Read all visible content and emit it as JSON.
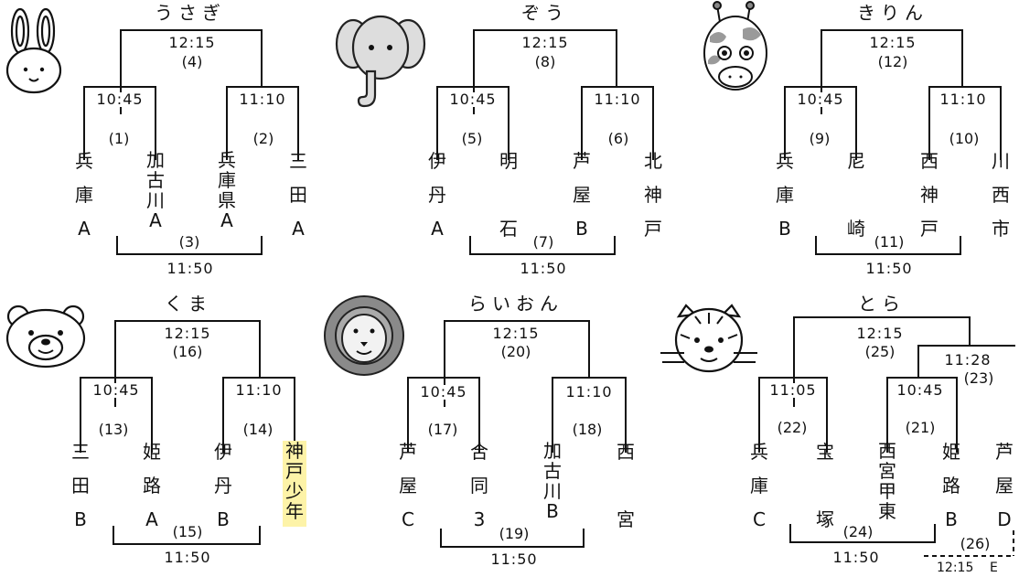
{
  "groups": [
    {
      "id": "usagi",
      "icon": "rabbit-icon",
      "title": "うさぎ",
      "final": {
        "time": "12:15",
        "num": "(4)"
      },
      "semi_left": {
        "time": "10:45",
        "num": "(1)"
      },
      "semi_right": {
        "time": "11:10",
        "num": "(2)"
      },
      "consolation": {
        "time": "11:50",
        "num": "(3)"
      },
      "teams": [
        {
          "chars": [
            "兵",
            "庫",
            "A"
          ]
        },
        {
          "chars": [
            "加",
            "古",
            "川",
            "A"
          ],
          "dense": true
        },
        {
          "chars": [
            "兵",
            "庫",
            "県",
            "A"
          ],
          "dense": true
        },
        {
          "chars": [
            "三",
            "田",
            "A"
          ]
        }
      ]
    },
    {
      "id": "zou",
      "icon": "elephant-icon",
      "title": "ぞう",
      "final": {
        "time": "12:15",
        "num": "(8)"
      },
      "semi_left": {
        "time": "10:45",
        "num": "(5)"
      },
      "semi_right": {
        "time": "11:10",
        "num": "(6)"
      },
      "consolation": {
        "time": "11:50",
        "num": "(7)"
      },
      "teams": [
        {
          "chars": [
            "伊",
            "丹",
            "A"
          ]
        },
        {
          "chars": [
            "明",
            "石"
          ]
        },
        {
          "chars": [
            "芦",
            "屋",
            "B"
          ]
        },
        {
          "chars": [
            "北",
            "神",
            "戸"
          ]
        }
      ]
    },
    {
      "id": "kirin",
      "icon": "giraffe-icon",
      "title": "きりん",
      "final": {
        "time": "12:15",
        "num": "(12)"
      },
      "semi_left": {
        "time": "10:45",
        "num": "(9)"
      },
      "semi_right": {
        "time": "11:10",
        "num": "(10)"
      },
      "consolation": {
        "time": "11:50",
        "num": "(11)"
      },
      "teams": [
        {
          "chars": [
            "兵",
            "庫",
            "B"
          ]
        },
        {
          "chars": [
            "尼",
            "崎"
          ]
        },
        {
          "chars": [
            "西",
            "神",
            "戸"
          ]
        },
        {
          "chars": [
            "川",
            "西",
            "市"
          ]
        }
      ]
    },
    {
      "id": "kuma",
      "icon": "bear-icon",
      "title": "くま",
      "final": {
        "time": "12:15",
        "num": "(16)"
      },
      "semi_left": {
        "time": "10:45",
        "num": "(13)"
      },
      "semi_right": {
        "time": "11:10",
        "num": "(14)"
      },
      "consolation": {
        "time": "11:50",
        "num": "(15)"
      },
      "teams": [
        {
          "chars": [
            "三",
            "田",
            "B"
          ]
        },
        {
          "chars": [
            "姫",
            "路",
            "A"
          ]
        },
        {
          "chars": [
            "伊",
            "丹",
            "B"
          ]
        },
        {
          "chars": [
            "神",
            "戸",
            "少",
            "年"
          ],
          "dense": true,
          "highlight": true
        }
      ]
    },
    {
      "id": "raion",
      "icon": "lion-icon",
      "title": "らいおん",
      "final": {
        "time": "12:15",
        "num": "(20)"
      },
      "semi_left": {
        "time": "10:45",
        "num": "(17)"
      },
      "semi_right": {
        "time": "11:10",
        "num": "(18)"
      },
      "consolation": {
        "time": "11:50",
        "num": "(19)"
      },
      "teams": [
        {
          "chars": [
            "芦",
            "屋",
            "C"
          ]
        },
        {
          "chars": [
            "合",
            "同",
            "3"
          ]
        },
        {
          "chars": [
            "加",
            "古",
            "川",
            "B"
          ],
          "dense": true
        },
        {
          "chars": [
            "西",
            "宮"
          ]
        }
      ]
    },
    {
      "id": "tora",
      "icon": "tiger-icon",
      "title": "とら",
      "final": {
        "time": "12:15",
        "num": "(25)"
      },
      "semi_left": {
        "time": "11:05",
        "num": "(22)"
      },
      "semi_right": {
        "time": "10:45",
        "num": "(21)"
      },
      "extra": {
        "time": "11:28",
        "num": "(23)"
      },
      "consolation": {
        "time": "11:50",
        "num": "(24)"
      },
      "extra2": {
        "time": "12:15",
        "num": "(26)",
        "label": "E"
      },
      "teams": [
        {
          "chars": [
            "兵",
            "庫",
            "C"
          ]
        },
        {
          "chars": [
            "宝",
            "塚"
          ]
        },
        {
          "chars": [
            "西",
            "宮",
            "甲",
            "東"
          ],
          "dense": true
        },
        {
          "chars": [
            "姫",
            "路",
            "B"
          ]
        },
        {
          "chars": [
            "芦",
            "屋",
            "D"
          ]
        }
      ]
    }
  ]
}
